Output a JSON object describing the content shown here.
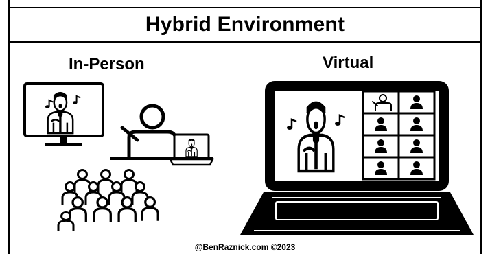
{
  "title": "Hybrid Environment",
  "sections": {
    "in_person": "In-Person",
    "virtual": "Virtual"
  },
  "credit": "@BenRaznick.com ©2023",
  "icons": {
    "monitor": "monitor-icon",
    "presenter": "presenter-icon",
    "laptop_small": "laptop-icon",
    "audience": "audience-icon",
    "laptop_large": "laptop-icon",
    "singer": "singer-icon",
    "participant": "participant-icon",
    "music_note": "music-note-icon"
  },
  "colors": {
    "ink": "#000000",
    "paper": "#ffffff"
  }
}
